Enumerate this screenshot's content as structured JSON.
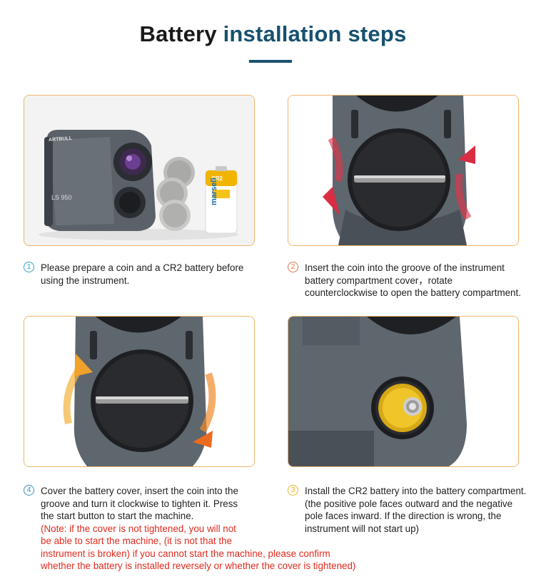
{
  "header": {
    "title_part1": "Battery",
    "title_part2": "installation steps"
  },
  "panels": {
    "p1": {
      "device_brand": "ARTBULL",
      "device_model": "LS 950",
      "battery_brand": "marsell",
      "battery_type": "CR2"
    }
  },
  "steps": [
    {
      "number": "1",
      "lines": [
        "Please prepare a coin and a CR2 battery before",
        "using the instrument."
      ]
    },
    {
      "number": "2",
      "lines": [
        "Insert the coin into the groove of the instrument",
        "battery compartment cover，rotate",
        "counterclockwise to open the battery compartment."
      ]
    },
    {
      "number": "4",
      "lines": [
        "Cover the battery cover, insert the coin into the",
        "groove and turn it clockwise to tighten it. Press",
        "the start button to start the machine."
      ],
      "note_lines": [
        "(Note: if the cover is not tightened, you will not",
        "be able to start the machine, (it is not that the",
        "instrument is broken) if you cannot start the machine, please confirm",
        "whether the battery is installed reversely or whether the cover is tightened)"
      ]
    },
    {
      "number": "3",
      "lines": [
        "Install the CR2 battery into the battery compartment.",
        "(the positive pole faces outward and the negative",
        "pole faces inward. If the direction is wrong, the",
        "instrument will not start up)"
      ]
    }
  ],
  "colors": {
    "accent": "#17516f",
    "panel_border": "#f0b46a",
    "note": "#e02a1e",
    "step1": "#35a2c9",
    "step2": "#e1774e",
    "step3": "#e9b120",
    "step4": "#3b8fc8"
  }
}
